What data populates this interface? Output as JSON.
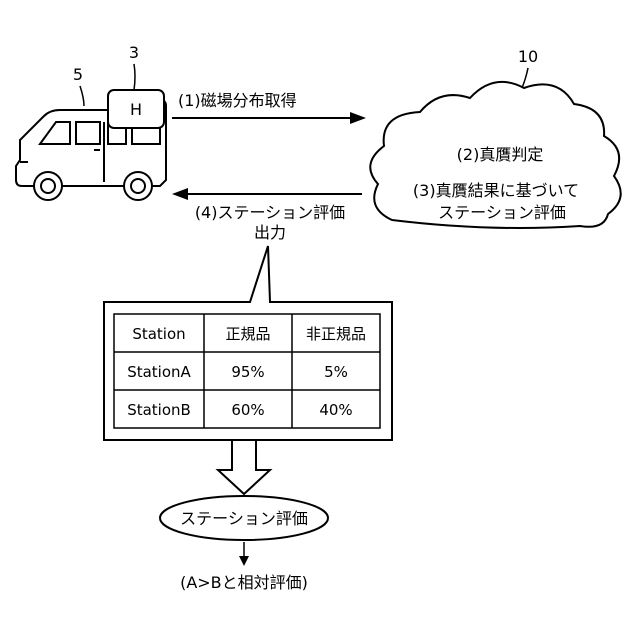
{
  "refs": {
    "car": "5",
    "device": "3",
    "cloud": "10"
  },
  "device_label": "H",
  "step1": "(1)磁場分布取得",
  "cloud": {
    "step2": "(2)真贋判定",
    "step3_line1": "(3)真贋結果に基づいて",
    "step3_line2": "ステーション評価"
  },
  "step4": {
    "line1": "(4)ステーション評価",
    "line2": "出力"
  },
  "table": {
    "headers": [
      "Station",
      "正規品",
      "非正規品"
    ],
    "rows": [
      [
        "StationA",
        "95%",
        "5%"
      ],
      [
        "StationB",
        "60%",
        "40%"
      ]
    ]
  },
  "ellipse_label": "ステーション評価",
  "conclusion": "(A>Bと相対評価)",
  "icons": {
    "vehicle": "van-icon",
    "cloud": "cloud-icon"
  }
}
